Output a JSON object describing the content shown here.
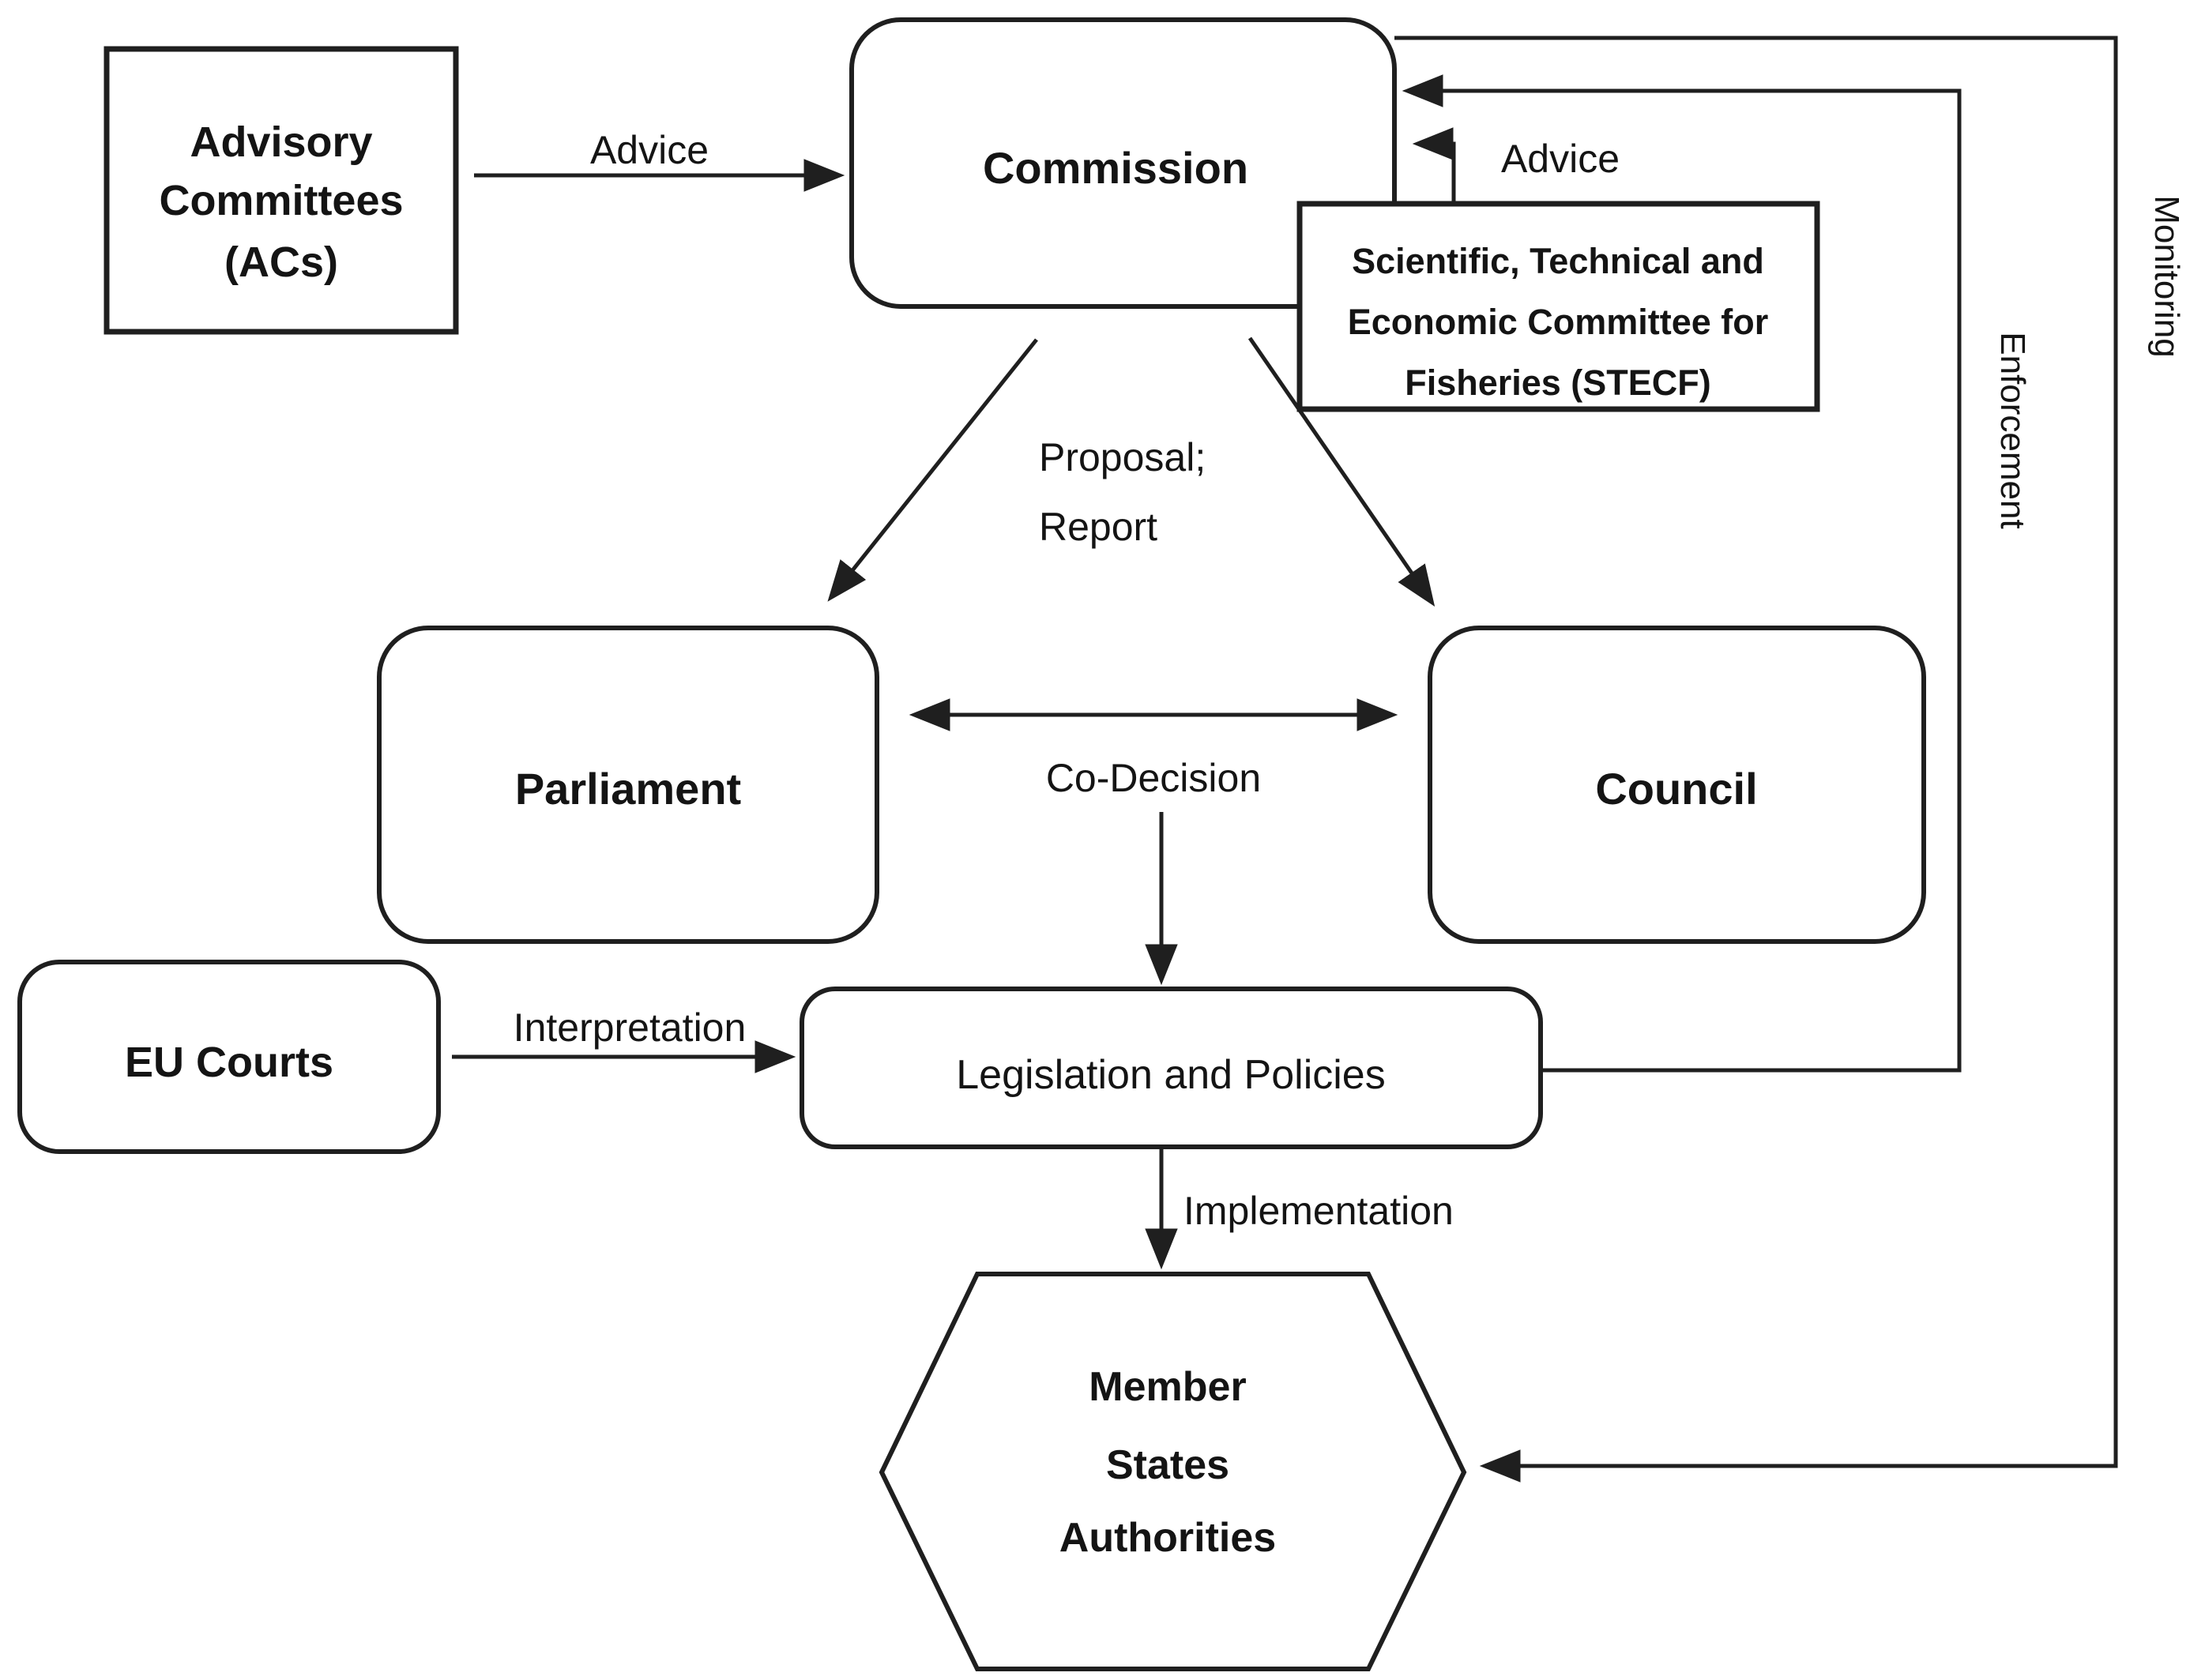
{
  "page": {
    "background_color": "#ffffff",
    "ink_color": "#1f1f1f",
    "description": "Flowchart of EU Common Fisheries Policy decision-making bodies and processes"
  },
  "nodes": {
    "advisory": {
      "shape": "rectangle",
      "line1": "Advisory",
      "line2": "Committees",
      "line3": "(ACs)"
    },
    "commission": {
      "shape": "rounded-rectangle",
      "label": "Commission"
    },
    "stecf": {
      "shape": "rectangle",
      "line1": "Scientific, Technical and",
      "line2": "Economic Committee for",
      "line3": "Fisheries (STECF)"
    },
    "parliament": {
      "shape": "rounded-rectangle",
      "label": "Parliament"
    },
    "council": {
      "shape": "rounded-rectangle",
      "label": "Council"
    },
    "eu_courts": {
      "shape": "rounded-rectangle",
      "label": "EU Courts"
    },
    "legislation": {
      "shape": "rounded-rectangle",
      "label": "Legislation and Policies"
    },
    "member_states": {
      "shape": "hexagon",
      "line1": "Member",
      "line2": "States",
      "line3": "Authorities"
    }
  },
  "edges": {
    "advice_from_acs": {
      "label": "Advice",
      "from": "Advisory Committees (ACs)",
      "to": "Commission",
      "direction": "one-way"
    },
    "advice_from_stecf": {
      "label": "Advice",
      "from": "Scientific, Technical and Economic Committee for Fisheries (STECF)",
      "to": "Commission",
      "direction": "one-way"
    },
    "proposal_report": {
      "line1": "Proposal;",
      "line2": "Report",
      "from": "Commission",
      "to": "Parliament and Council",
      "direction": "one-way"
    },
    "co_decision": {
      "label": "Co-Decision",
      "from": "Parliament",
      "to": "Council",
      "direction": "two-way"
    },
    "co_decision_result": {
      "label": "",
      "from": "Co-Decision",
      "to": "Legislation and Policies",
      "direction": "one-way"
    },
    "interpretation": {
      "label": "Interpretation",
      "from": "EU Courts",
      "to": "Legislation and Policies",
      "direction": "one-way"
    },
    "implementation": {
      "label": "Implementation",
      "from": "Legislation and Policies",
      "to": "Member States Authorities",
      "direction": "one-way"
    },
    "enforcement": {
      "label": "Enforcement",
      "from": "Legislation and Policies",
      "to": "Commission",
      "direction": "one-way"
    },
    "monitoring": {
      "label": "Monitoring",
      "from": "Commission",
      "to": "Member States Authorities",
      "direction": "one-way"
    }
  }
}
